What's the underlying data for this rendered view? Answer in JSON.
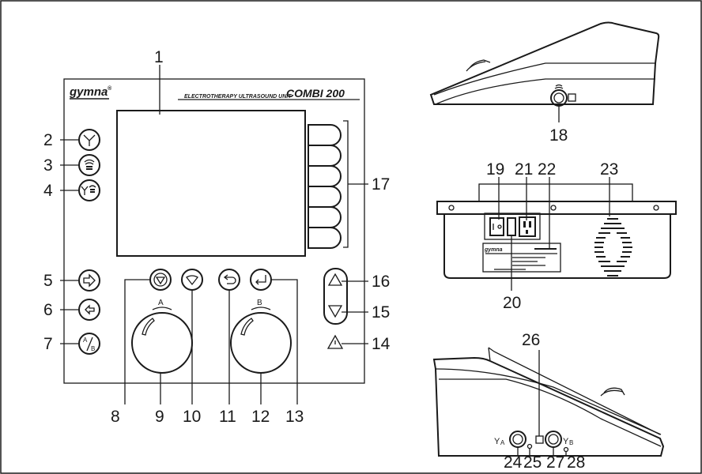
{
  "front_panel": {
    "brand": "gymna",
    "brand_mark": "®",
    "subtitle": "ELECTROTHERAPY ULTRASOUND UNIT",
    "model": "COMBI 200",
    "knob_a_label": "A",
    "knob_b_label": "B"
  },
  "device_labels": {
    "brand_small": "gymna",
    "ab_top": "A",
    "ab_bottom": "B",
    "electrode_a": "A",
    "electrode_b": "B"
  },
  "callouts": {
    "n1": "1",
    "n2": "2",
    "n3": "3",
    "n4": "4",
    "n5": "5",
    "n6": "6",
    "n7": "7",
    "n8": "8",
    "n9": "9",
    "n10": "10",
    "n11": "11",
    "n12": "12",
    "n13": "13",
    "n14": "14",
    "n15": "15",
    "n16": "16",
    "n17": "17",
    "n18": "18",
    "n19": "19",
    "n20": "20",
    "n21": "21",
    "n22": "22",
    "n23": "23",
    "n24": "24",
    "n25": "25",
    "n26": "26",
    "n27": "27",
    "n28": "28"
  },
  "icons": {
    "electro": "y-electrode-icon",
    "ultrasound": "ultrasound-waves-icon",
    "combined": "combined-therapy-icon",
    "program_forward": "program-forward-icon",
    "program_back": "program-back-icon",
    "ab_switch": "ab-channel-switch-icon",
    "stop": "stop-icon",
    "pause": "pause-icon",
    "back": "back-arrow-icon",
    "enter": "enter-icon",
    "up": "up-triangle-icon",
    "down": "down-triangle-icon",
    "warning": "warning-triangle-icon"
  }
}
